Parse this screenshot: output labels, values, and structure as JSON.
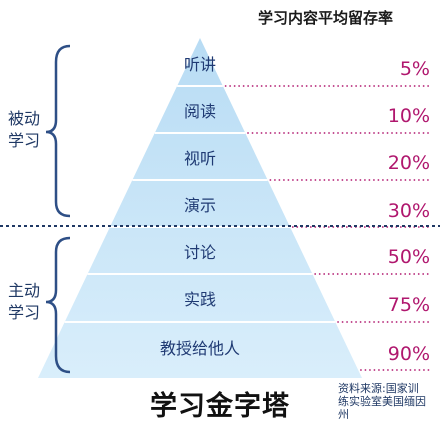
{
  "header": {
    "text": "学习内容平均留存率"
  },
  "groups": {
    "passive": {
      "label": "被动学习"
    },
    "active": {
      "label": "主动学习"
    }
  },
  "layers": [
    {
      "label": "听讲",
      "percent": "5%"
    },
    {
      "label": "阅读",
      "percent": "10%"
    },
    {
      "label": "视听",
      "percent": "20%"
    },
    {
      "label": "演示",
      "percent": "30%"
    },
    {
      "label": "讨论",
      "percent": "50%"
    },
    {
      "label": "实践",
      "percent": "75%"
    },
    {
      "label": "教授给他人",
      "percent": "90%"
    }
  ],
  "title": {
    "text": "学习金字塔"
  },
  "source": {
    "text": "资料来源:国家训练实验室美国缅因州"
  },
  "colors": {
    "pyramid_top": "#b8dcf4",
    "pyramid_bottom": "#d9eefb",
    "divider": "#ffffff",
    "dotted_line": "#b0176e",
    "separator": "#1f3864",
    "bracket": "#2e4f86",
    "percent": "#b0176e"
  }
}
